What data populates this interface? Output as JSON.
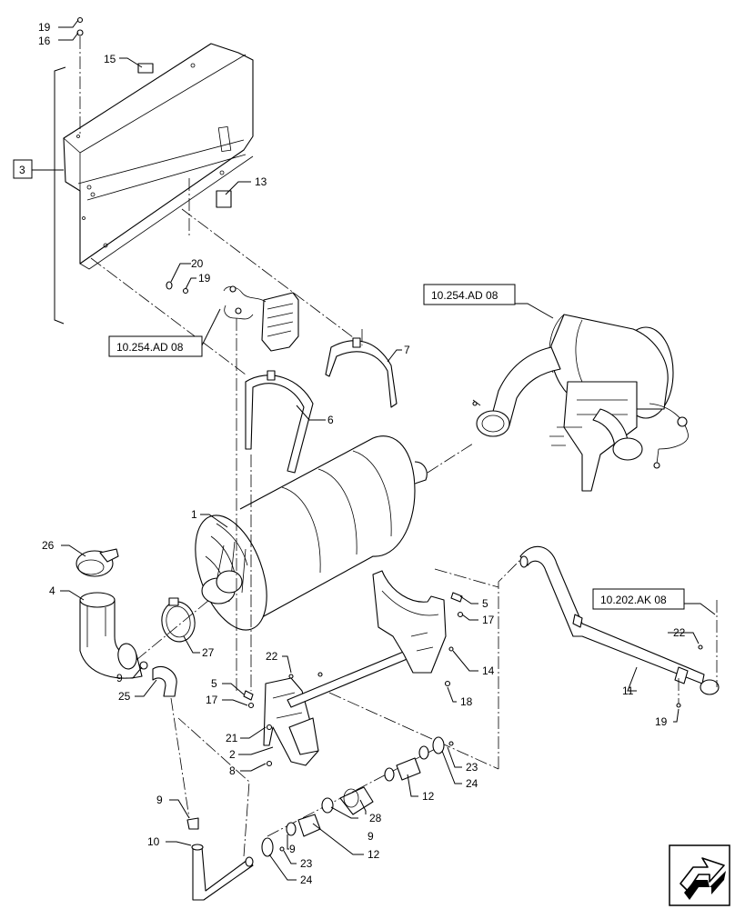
{
  "callouts": [
    {
      "id": "c19a",
      "text": "19"
    },
    {
      "id": "c16",
      "text": "16"
    },
    {
      "id": "c15",
      "text": "15"
    },
    {
      "id": "c3",
      "text": "3"
    },
    {
      "id": "c13",
      "text": "13"
    },
    {
      "id": "c20",
      "text": "20"
    },
    {
      "id": "c19b",
      "text": "19"
    },
    {
      "id": "c7",
      "text": "7"
    },
    {
      "id": "c6",
      "text": "6"
    },
    {
      "id": "c1",
      "text": "1"
    },
    {
      "id": "c26",
      "text": "26"
    },
    {
      "id": "c4",
      "text": "4"
    },
    {
      "id": "c27",
      "text": "27"
    },
    {
      "id": "c9a",
      "text": "9"
    },
    {
      "id": "c25",
      "text": "25"
    },
    {
      "id": "c5a",
      "text": "5"
    },
    {
      "id": "c17a",
      "text": "17"
    },
    {
      "id": "c22a",
      "text": "22"
    },
    {
      "id": "c5b",
      "text": "5"
    },
    {
      "id": "c17b",
      "text": "17"
    },
    {
      "id": "c14",
      "text": "14"
    },
    {
      "id": "c18",
      "text": "18"
    },
    {
      "id": "c21",
      "text": "21"
    },
    {
      "id": "c2",
      "text": "2"
    },
    {
      "id": "c8",
      "text": "8"
    },
    {
      "id": "c9b",
      "text": "9"
    },
    {
      "id": "c10",
      "text": "10"
    },
    {
      "id": "c23a",
      "text": "23"
    },
    {
      "id": "c24a",
      "text": "24"
    },
    {
      "id": "c9c",
      "text": "9"
    },
    {
      "id": "c12a",
      "text": "12"
    },
    {
      "id": "c28",
      "text": "28"
    },
    {
      "id": "c9d",
      "text": "9"
    },
    {
      "id": "c12b",
      "text": "12"
    },
    {
      "id": "c23b",
      "text": "23"
    },
    {
      "id": "c24b",
      "text": "24"
    },
    {
      "id": "c22b",
      "text": "22"
    },
    {
      "id": "c11",
      "text": "11"
    },
    {
      "id": "c19c",
      "text": "19"
    }
  ],
  "references": {
    "ref_top_right": "10.254.AD 08",
    "ref_left": "10.254.AD 08",
    "ref_pipe": "10.202.AK 08"
  },
  "navigation": {
    "icon": "next-page-arrow-icon"
  }
}
